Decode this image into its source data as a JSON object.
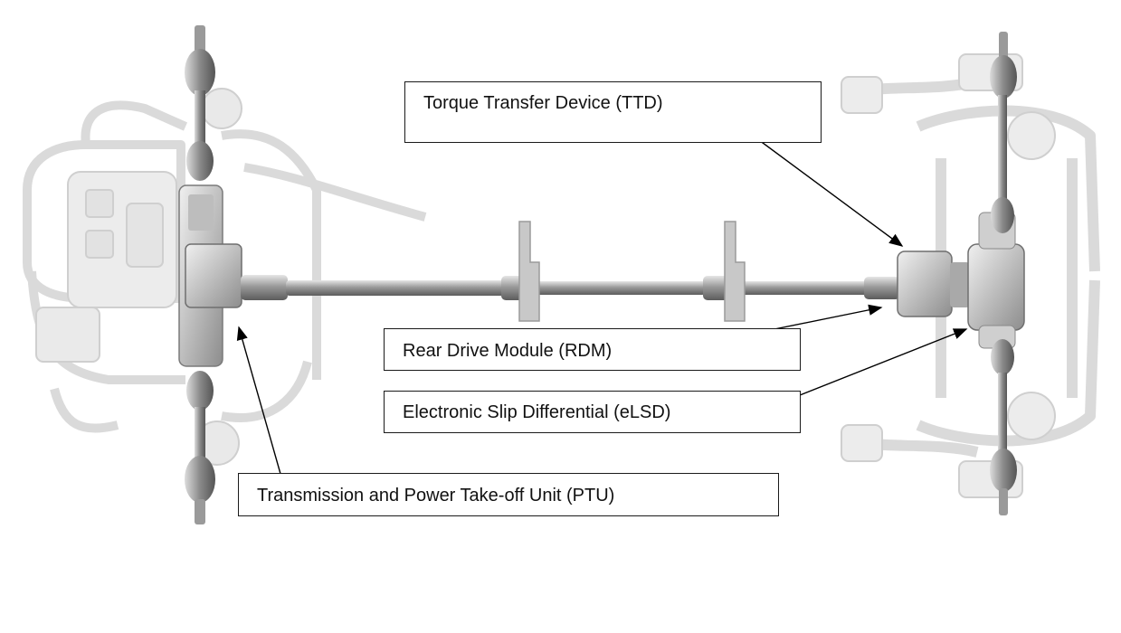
{
  "callouts": {
    "ttd": "Torque Transfer Device (TTD)",
    "rdm": "Rear Drive Module (RDM)",
    "elsd": "Electronic Slip Differential (eLSD)",
    "ptu": "Transmission and Power Take-off Unit (PTU)"
  },
  "colors": {
    "background": "#ffffff",
    "ghost_chassis": "#d9d9d9",
    "drivetrain_metal": "#8c8c8c",
    "callout_border": "#1a1a1a",
    "leader_line": "#000000"
  }
}
